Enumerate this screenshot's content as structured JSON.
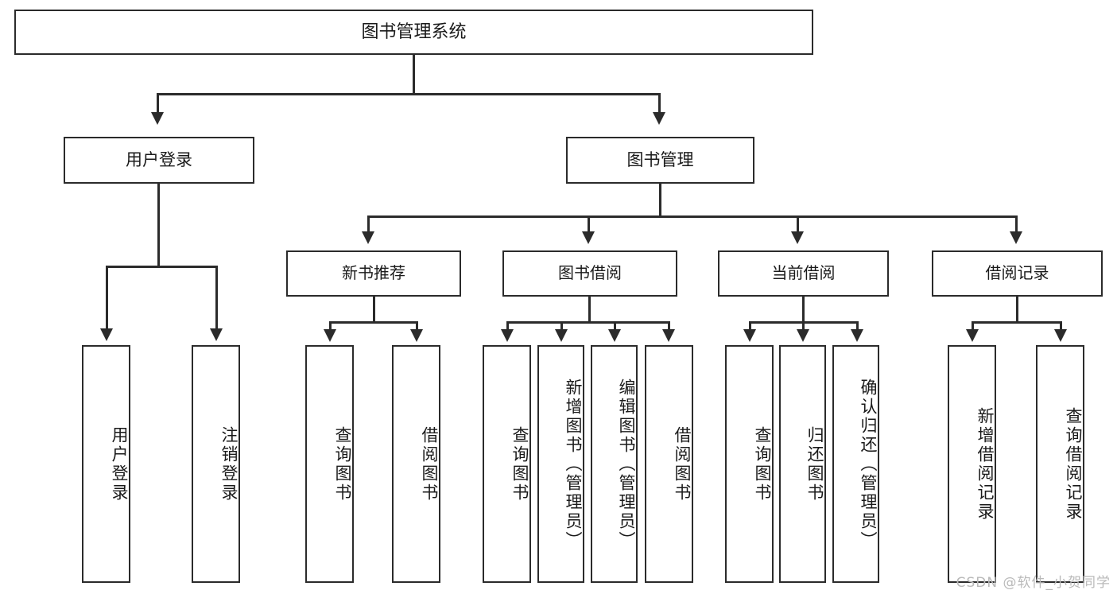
{
  "diagram": {
    "title": "图书管理系统",
    "type": "tree",
    "root": {
      "label": "图书管理系统"
    },
    "level1": [
      {
        "label": "用户登录"
      },
      {
        "label": "图书管理"
      }
    ],
    "level2": [
      {
        "label": "新书推荐"
      },
      {
        "label": "图书借阅"
      },
      {
        "label": "当前借阅"
      },
      {
        "label": "借阅记录"
      }
    ],
    "leaves": {
      "user_login": [
        {
          "label": "用户登录"
        },
        {
          "label": "注销登录"
        }
      ],
      "new_book_recommend": [
        {
          "label": "查询图书"
        },
        {
          "label": "借阅图书"
        }
      ],
      "book_borrow": [
        {
          "label": "查询图书"
        },
        {
          "label": "新增图书（管理员）"
        },
        {
          "label": "编辑图书（管理员）"
        },
        {
          "label": "借阅图书"
        }
      ],
      "current_borrow": [
        {
          "label": "查询图书"
        },
        {
          "label": "归还图书"
        },
        {
          "label": "确认归还（管理员）"
        }
      ],
      "borrow_record": [
        {
          "label": "新增借阅记录"
        },
        {
          "label": "查询借阅记录"
        }
      ]
    }
  },
  "watermark": {
    "text": "CSDN @软件_小贺同学"
  },
  "colors": {
    "box_border": "#2b2b2b",
    "box_fill": "#ffffff",
    "line": "#2b2b2b",
    "text": "#1a1a1a",
    "watermark": "#b9b9b9",
    "background": "#ffffff"
  }
}
